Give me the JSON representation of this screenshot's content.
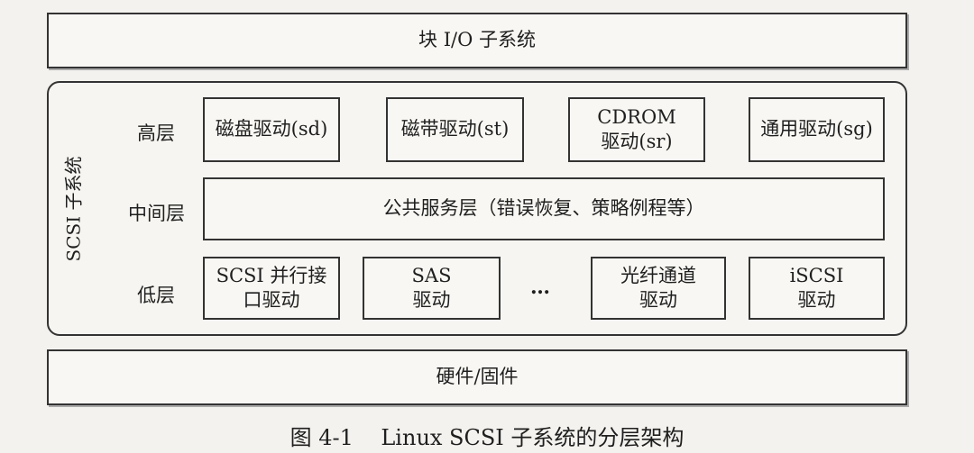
{
  "top_box": {
    "label": "块 I/O 子系统"
  },
  "scsi_group": {
    "side_title": "SCSI 子系统",
    "levels": {
      "high": "高层",
      "middle": "中间层",
      "low": "低层"
    },
    "high_drivers": [
      {
        "label": "磁盘驱动(sd)"
      },
      {
        "label": "磁带驱动(st)"
      },
      {
        "label": "CDROM\n驱动(sr)"
      },
      {
        "label": "通用驱动(sg)"
      }
    ],
    "middle_box": {
      "label": "公共服务层（错误恢复、策略例程等）"
    },
    "low_drivers": [
      {
        "label": "SCSI 并行接\n口驱动"
      },
      {
        "label": "SAS\n驱动"
      },
      {
        "label": "光纤通道\n驱动"
      },
      {
        "label": "iSCSI\n驱动"
      }
    ],
    "ellipsis": "…"
  },
  "bottom_box": {
    "label": "硬件/固件"
  },
  "caption": "图 4-1    Linux SCSI 子系统的分层架构"
}
